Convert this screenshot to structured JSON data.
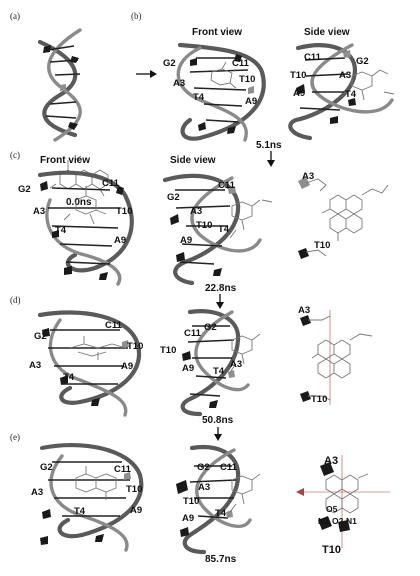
{
  "panels": {
    "a": {
      "letter": "(a)",
      "time": "0.0ns"
    },
    "b": {
      "letter": "(b)",
      "front_view": "Front view",
      "side_view": "Side view",
      "time": "5.1ns",
      "front_residues": [
        "G2",
        "C11",
        "A3",
        "T10",
        "T4",
        "A9"
      ],
      "side_residues": [
        "C11",
        "G2",
        "T10",
        "A3",
        "A9",
        "T4"
      ]
    },
    "c": {
      "letter": "(c)",
      "front_view": "Front view",
      "side_view": "Side view",
      "time": "22.8ns",
      "front_residues": [
        "G2",
        "C11",
        "A3",
        "T10",
        "T4",
        "A9"
      ],
      "side_residues": [
        "C11",
        "G2",
        "A3",
        "T10",
        "T4",
        "A9"
      ],
      "detail_residues": [
        "A3",
        "T10"
      ]
    },
    "d": {
      "letter": "(d)",
      "time": "50.8ns",
      "front_residues": [
        "C11",
        "G2",
        "T10",
        "A3",
        "A9",
        "T4"
      ],
      "side_residues": [
        "G2",
        "C11",
        "T10",
        "A3",
        "A9",
        "T4"
      ],
      "detail_residues": [
        "A3",
        "T10"
      ]
    },
    "e": {
      "letter": "(e)",
      "time": "85.7ns",
      "front_residues": [
        "G2",
        "C11",
        "A3",
        "T10",
        "T4",
        "A9"
      ],
      "side_residues": [
        "G2",
        "C11",
        "A3",
        "T10",
        "T4",
        "A9"
      ],
      "detail_residues": [
        "A3",
        "T10"
      ],
      "detail_atoms": [
        "O5",
        "N3",
        "O2",
        "N1"
      ]
    }
  },
  "colors": {
    "strand": "#5a5a5a",
    "base": "#1a1a1a",
    "grey_base": "#8f8f8f",
    "ligand": "#777777",
    "axis": "#b04040"
  }
}
